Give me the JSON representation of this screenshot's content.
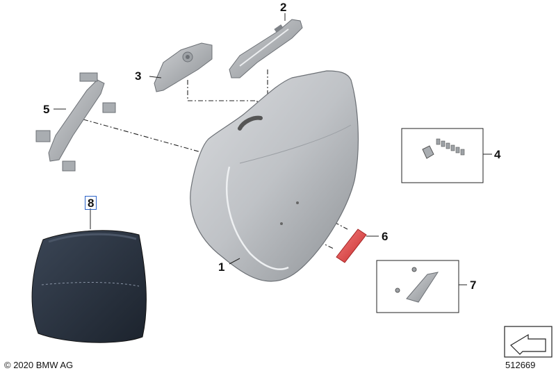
{
  "diagram": {
    "callouts": {
      "c1": "1",
      "c2": "2",
      "c3": "3",
      "c4": "4",
      "c5": "5",
      "c6": "6",
      "c7": "7",
      "c8": "8"
    },
    "copyright": "© 2020 BMW AG",
    "diagram_number": "512669"
  },
  "colors": {
    "case": "#c7c9cc",
    "reflector": "#e64545",
    "bag": "#2a3340",
    "callout_highlight": "#2a62c9"
  },
  "icons": [
    "arrow-direction-icon"
  ]
}
